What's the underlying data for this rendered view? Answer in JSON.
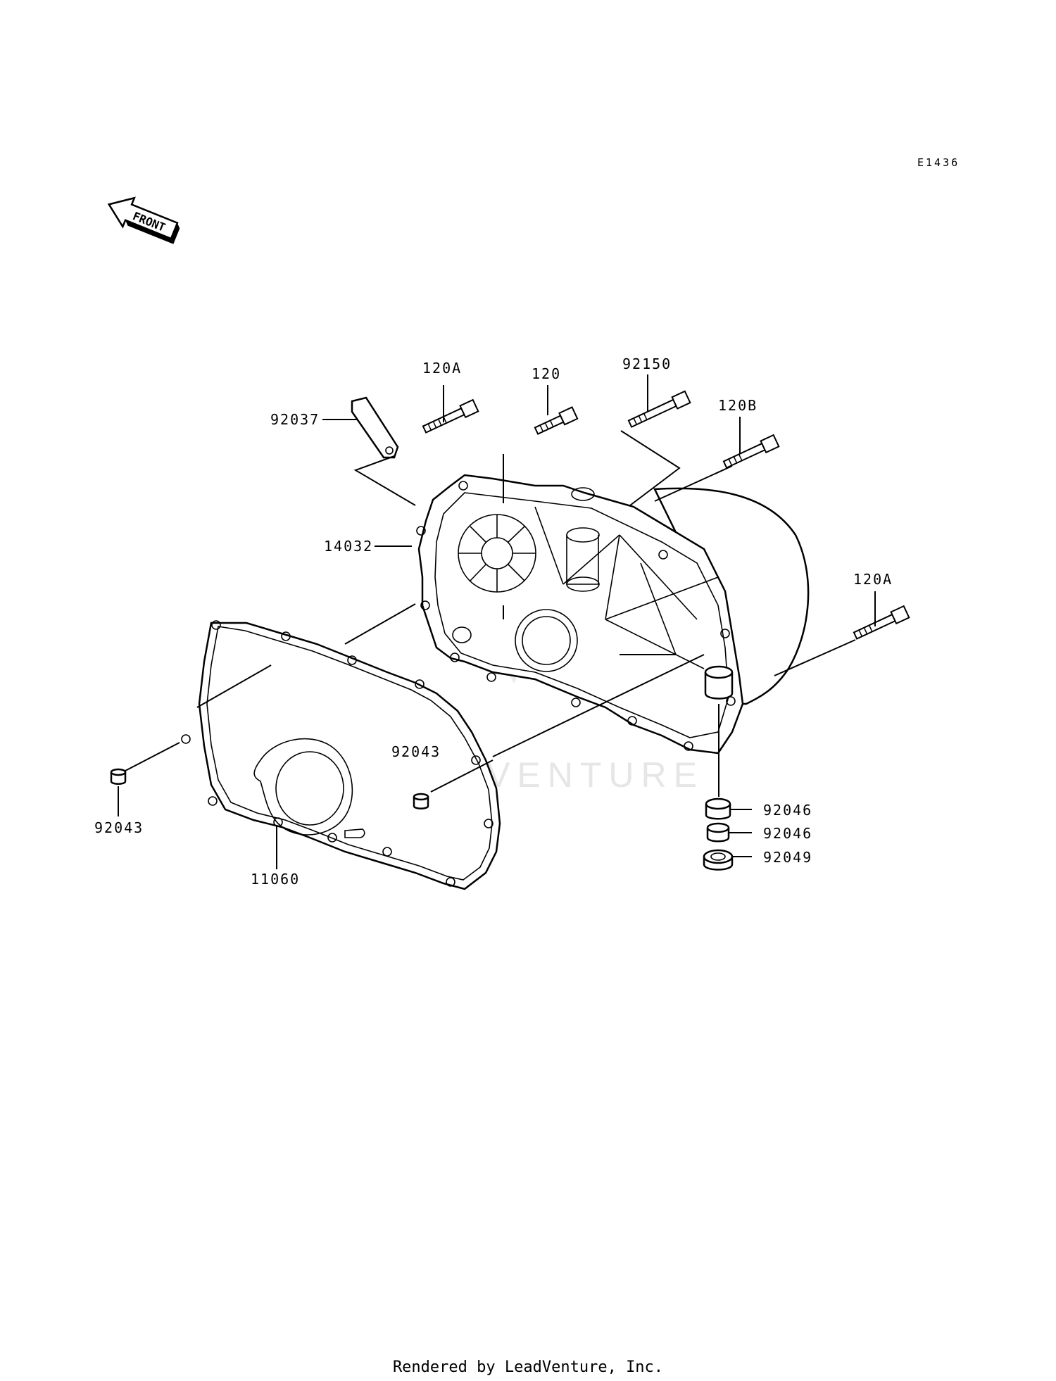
{
  "diagram": {
    "code": "E1436",
    "front_arrow_label": "FRONT",
    "watermark": "LEADVENTURE",
    "parts": {
      "p_120a_top": "120A",
      "p_120": "120",
      "p_92150": "92150",
      "p_120b": "120B",
      "p_92037": "92037",
      "p_14032": "14032",
      "p_120a_right": "120A",
      "p_92043_center": "92043",
      "p_92043_left": "92043",
      "p_11060": "11060",
      "p_92046_a": "92046",
      "p_92046_b": "92046",
      "p_92049": "92049"
    }
  },
  "footer": {
    "text": "Rendered by LeadVenture, Inc."
  }
}
